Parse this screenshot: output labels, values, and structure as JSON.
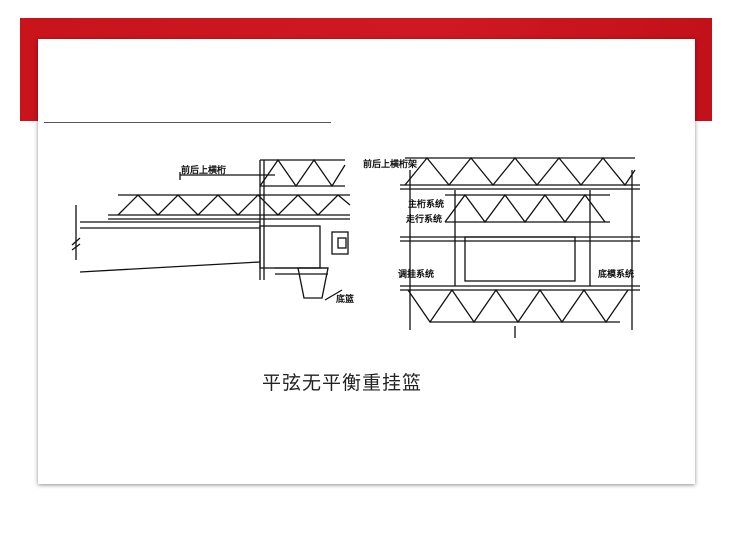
{
  "figure": {
    "labels": {
      "front_rear_beam_left": "前后上横桁",
      "bottom_basket": "底篮",
      "front_rear_beam_frame": "前后上横桁架",
      "main_truss": "主桁系统",
      "travel_system": "走行系统",
      "hanging_system": "调挂系统",
      "bottom_beam_system": "底模系统"
    },
    "caption": "平弦无平衡重挂篮"
  }
}
